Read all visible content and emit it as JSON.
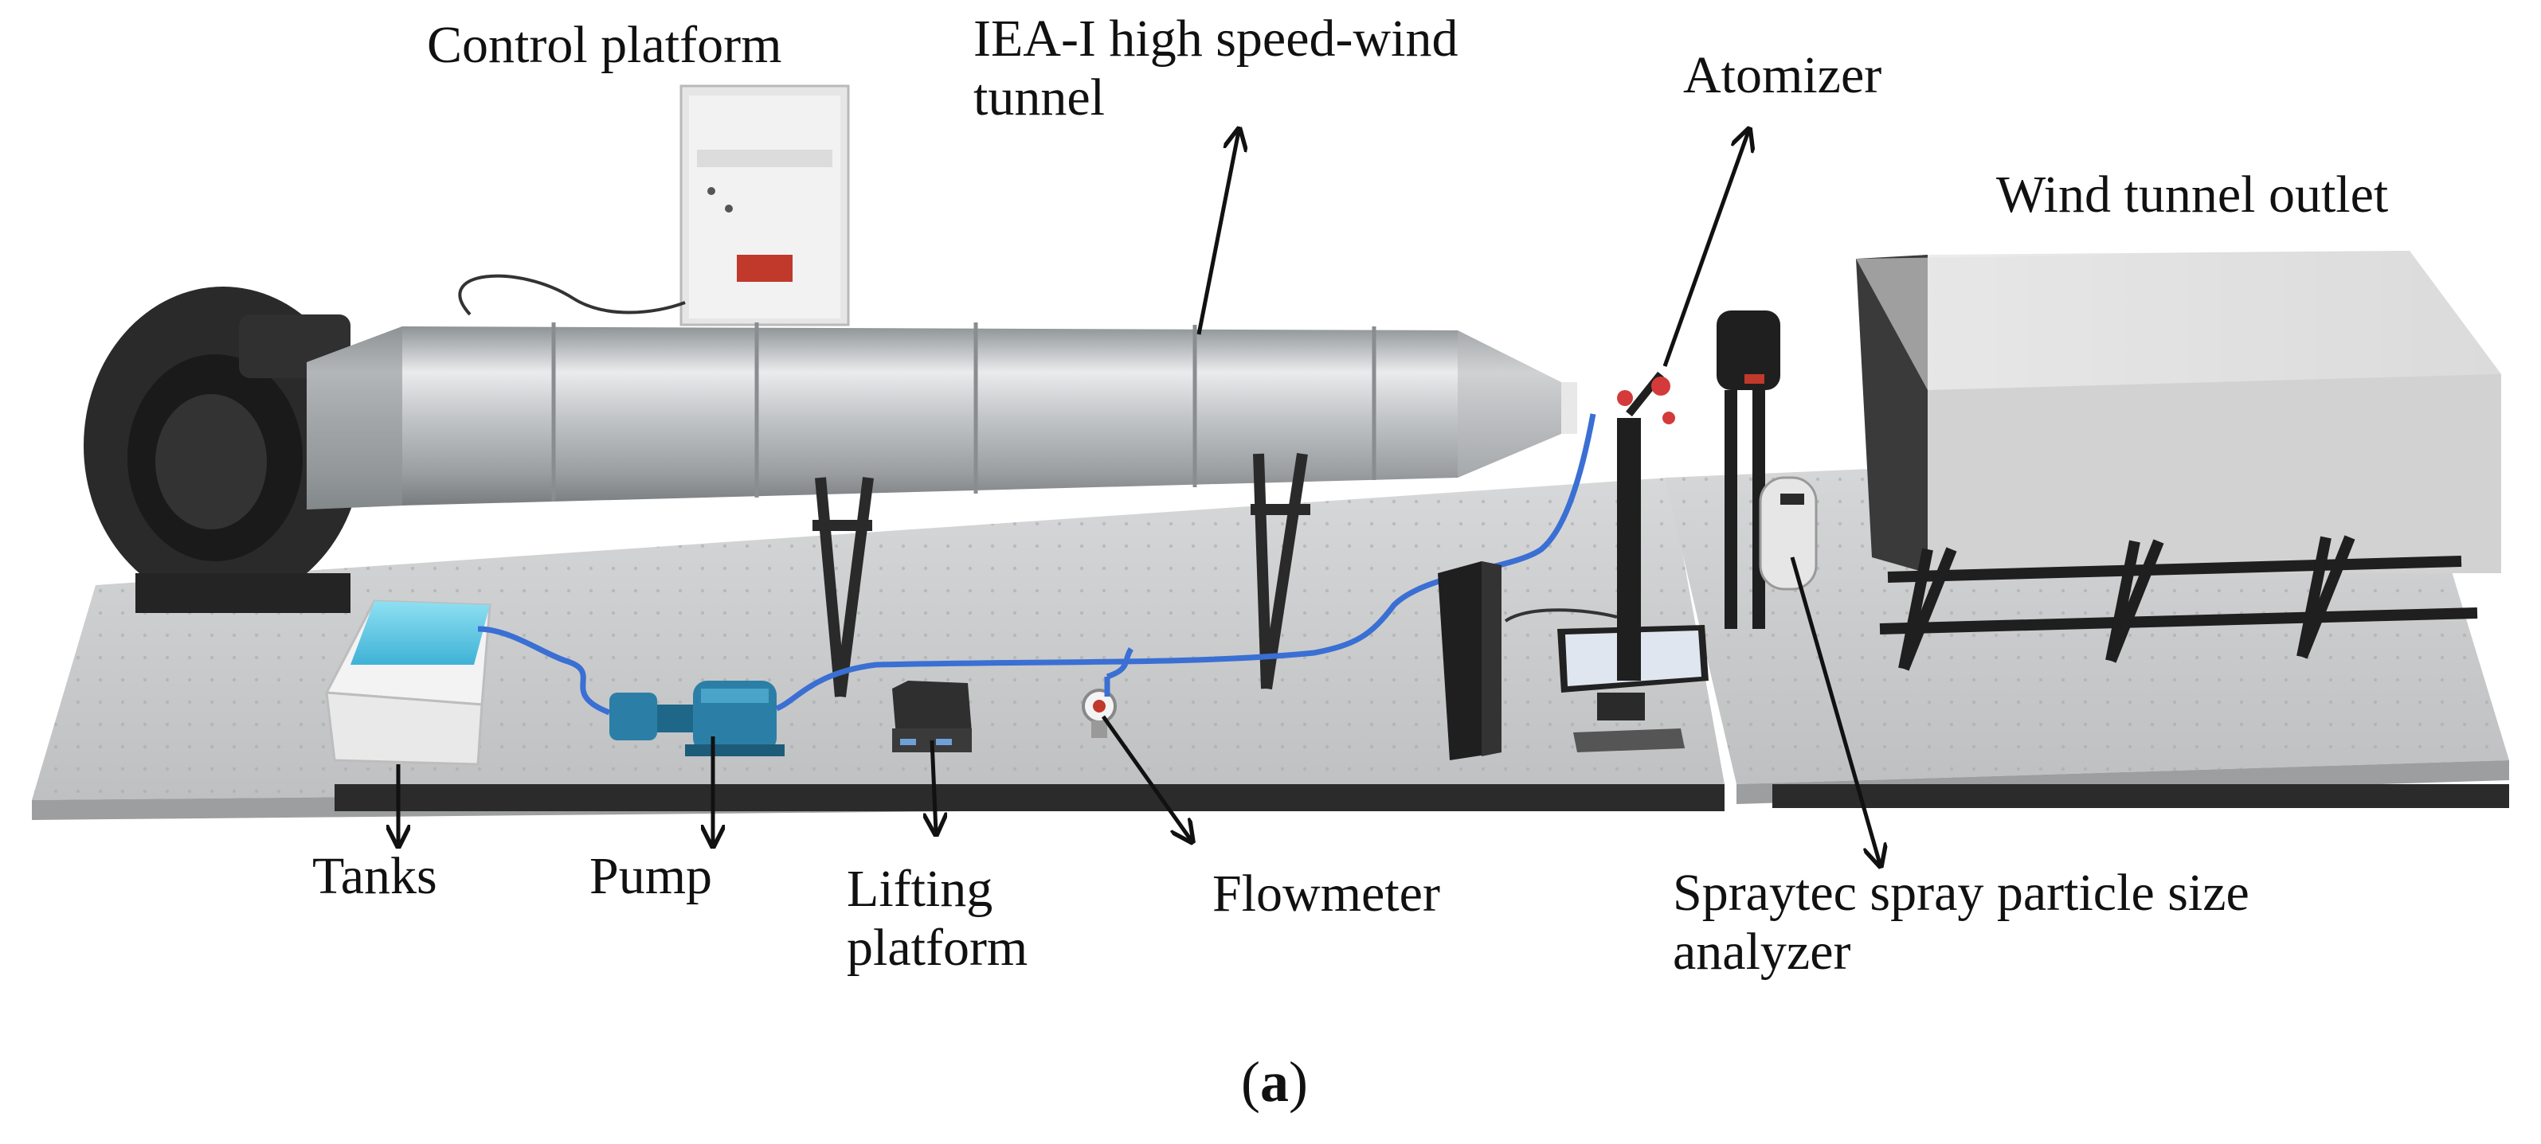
{
  "labels": {
    "control_platform": "Control platform",
    "wind_tunnel": "IEA-I high speed-wind tunnel",
    "atomizer": "Atomizer",
    "wind_tunnel_outlet": "Wind tunnel outlet",
    "tanks": "Tanks",
    "pump": "Pump",
    "lifting_platform": "Lifting platform",
    "flowmeter": "Flowmeter",
    "spraytec_analyzer": "Spraytec spray particle size analyzer"
  },
  "caption": {
    "open": "(",
    "letter": "a",
    "close": ")"
  },
  "colors": {
    "table_top": "#c9cacb",
    "table_edge": "#2b2b2b",
    "tunnel_metal": "#c3c6c8",
    "blower": "#2a2a2a",
    "water": "#5cc7e6",
    "pump": "#2b7fa6",
    "hose": "#3a6fd4",
    "outlet_box": "#d9d9d9",
    "arrow": "#111111"
  }
}
